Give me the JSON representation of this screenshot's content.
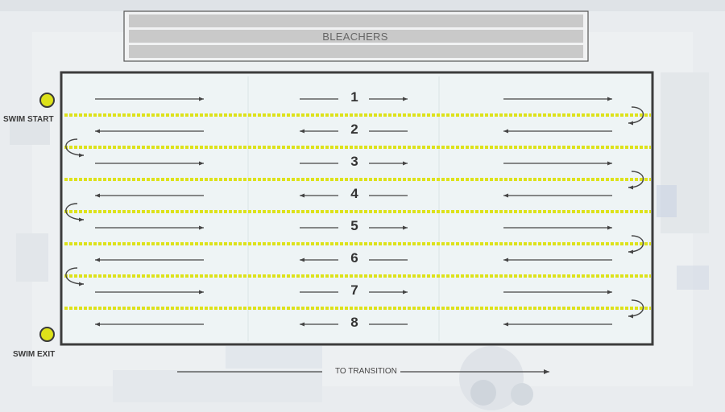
{
  "map": {
    "bleachers_label": "BLEACHERS",
    "swim_start_label": "SWIM START",
    "swim_exit_label": "SWIM EXIT",
    "transition_label": "TO TRANSITION",
    "lanes": [
      {
        "number": "1",
        "direction": "right"
      },
      {
        "number": "2",
        "direction": "left"
      },
      {
        "number": "3",
        "direction": "right"
      },
      {
        "number": "4",
        "direction": "left"
      },
      {
        "number": "5",
        "direction": "right"
      },
      {
        "number": "6",
        "direction": "left"
      },
      {
        "number": "7",
        "direction": "right"
      },
      {
        "number": "8",
        "direction": "left"
      }
    ],
    "colors": {
      "lane_rope": "#dde21a",
      "pool_outline": "#3c3c3c",
      "arrow": "#444444",
      "marker_fill": "#dde21a",
      "pool_water": "#eef4f5"
    }
  }
}
